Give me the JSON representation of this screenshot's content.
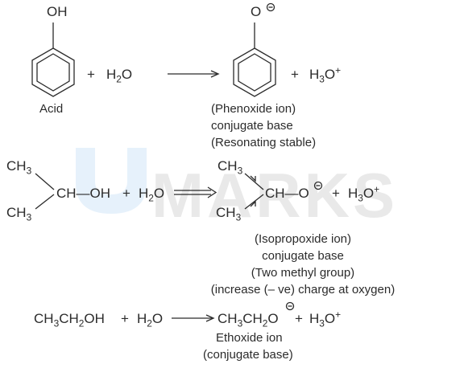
{
  "watermark": {
    "text": "MARKS"
  },
  "reaction1": {
    "oh": "OH",
    "plus1": "+",
    "water": "H2O",
    "acid_label": "Acid",
    "o_minus": "O",
    "plus2": "+",
    "hydronium": "H3O+",
    "notes": [
      "(Phenoxide ion)",
      "conjugate base",
      "(Resonating stable)"
    ]
  },
  "reaction2": {
    "ch3_top": "CH3",
    "ch3_bottom": "CH3",
    "ch_oh": "CH—OH",
    "plus1": "+",
    "water": "H2O",
    "ch3_top_product": "CH3",
    "ch3_bottom_product": "CH3",
    "ch_o": "CH—O",
    "plus2": "+",
    "hydronium": "H3O+",
    "notes": [
      "(Isopropoxide ion)",
      "conjugate base",
      "(Two methyl group)",
      "(increase (– ve) charge at oxygen)"
    ]
  },
  "reaction3": {
    "ethanol": "CH3CH2OH",
    "plus1": "+",
    "water": "H2O",
    "ethoxide": "CH3CH2O",
    "plus2": "+",
    "hydronium": "H3O+",
    "notes": [
      "Ethoxide ion",
      "(conjugate base)"
    ]
  }
}
